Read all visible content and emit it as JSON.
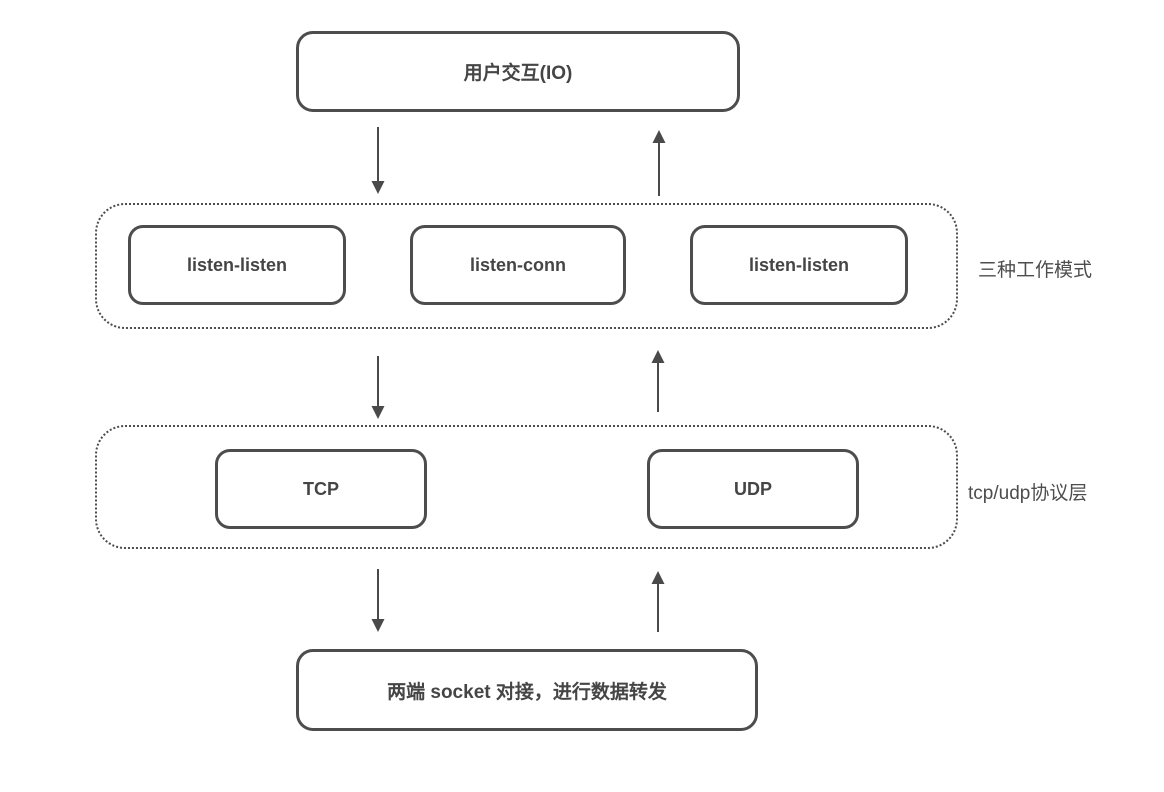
{
  "diagram": {
    "nodes": {
      "io": {
        "label": "用户交互(IO)"
      },
      "mode_left": {
        "label": "listen-listen"
      },
      "mode_center": {
        "label": "listen-conn"
      },
      "mode_right": {
        "label": "listen-listen"
      },
      "tcp": {
        "label": "TCP"
      },
      "udp": {
        "label": "UDP"
      },
      "socket": {
        "label": "两端 socket 对接，进行数据转发"
      }
    },
    "group_labels": {
      "modes": "三种工作模式",
      "protocol": "tcp/udp协议层"
    },
    "colors": {
      "stroke": "#4d4d4d",
      "text": "#454545",
      "arrow": "#4a4a4a",
      "background": "#ffffff"
    }
  }
}
